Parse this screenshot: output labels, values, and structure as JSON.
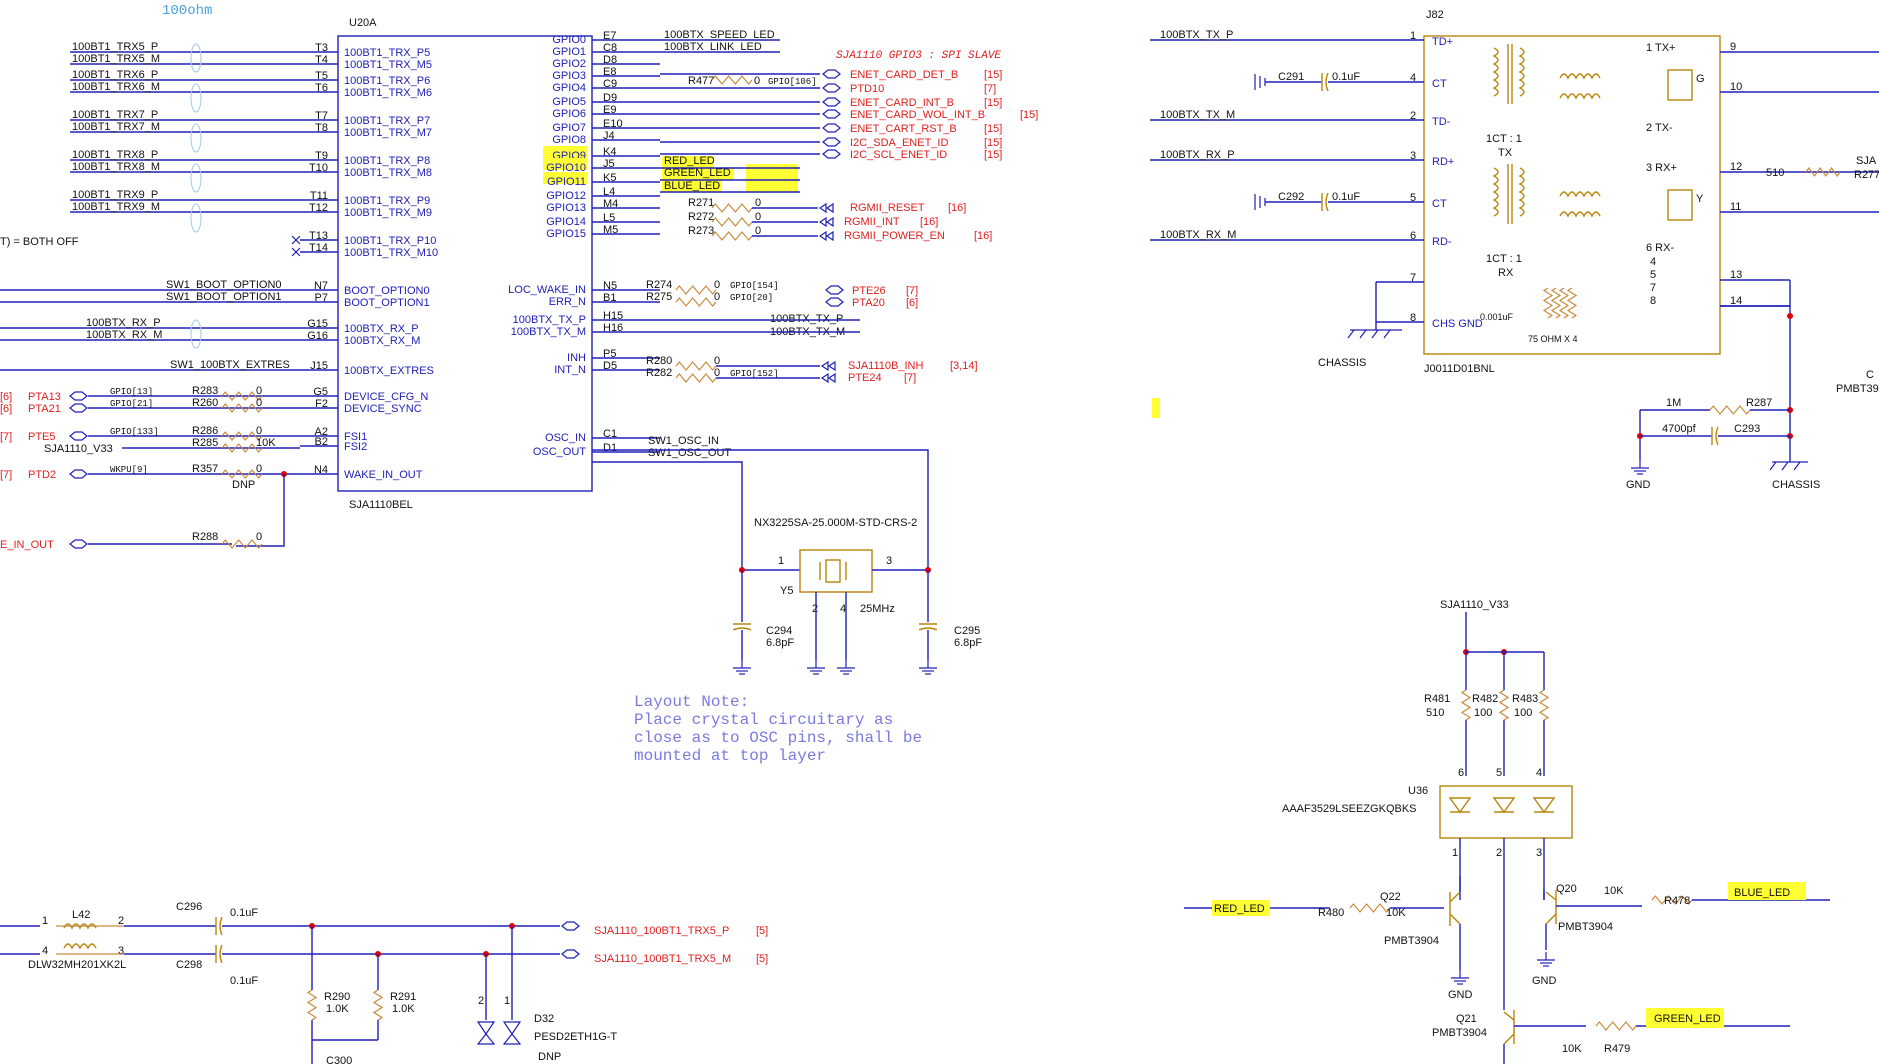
{
  "colors": {
    "net": "#2020b8",
    "label_red": "#e02020",
    "component": "#b8860b",
    "highlight": "#ffff33",
    "junction": "#e00000",
    "note": "#7a7ae0"
  },
  "header": {
    "impedance": "100ohm"
  },
  "u20a": {
    "ref": "U20A",
    "part": "SJA1110BEL",
    "left_pins": [
      {
        "num": "T3",
        "name": "100BT1_TRX_P5",
        "net": "100BT1_TRX5_P"
      },
      {
        "num": "T4",
        "name": "100BT1_TRX_M5",
        "net": "100BT1_TRX5_M"
      },
      {
        "num": "T5",
        "name": "100BT1_TRX_P6",
        "net": "100BT1_TRX6_P"
      },
      {
        "num": "T6",
        "name": "100BT1_TRX_M6",
        "net": "100BT1_TRX6_M"
      },
      {
        "num": "T7",
        "name": "100BT1_TRX_P7",
        "net": "100BT1_TRX7_P"
      },
      {
        "num": "T8",
        "name": "100BT1_TRX_M7",
        "net": "100BT1_TRX7_M"
      },
      {
        "num": "T9",
        "name": "100BT1_TRX_P8",
        "net": "100BT1_TRX8_P"
      },
      {
        "num": "T10",
        "name": "100BT1_TRX_M8",
        "net": "100BT1_TRX8_M"
      },
      {
        "num": "T11",
        "name": "100BT1_TRX_P9",
        "net": "100BT1_TRX9_P"
      },
      {
        "num": "T12",
        "name": "100BT1_TRX_M9",
        "net": "100BT1_TRX9_M"
      },
      {
        "num": "T13",
        "name": "100BT1_TRX_P10",
        "net": ""
      },
      {
        "num": "T14",
        "name": "100BT1_TRX_M10",
        "net": ""
      },
      {
        "num": "N7",
        "name": "BOOT_OPTION0",
        "net": "SW1_BOOT_OPTION0"
      },
      {
        "num": "P7",
        "name": "BOOT_OPTION1",
        "net": "SW1_BOOT_OPTION1"
      },
      {
        "num": "G15",
        "name": "100BTX_RX_P",
        "net": "100BTX_RX_P"
      },
      {
        "num": "G16",
        "name": "100BTX_RX_M",
        "net": "100BTX_RX_M"
      },
      {
        "num": "J15",
        "name": "100BTX_EXTRES",
        "net": "SW1_100BTX_EXTRES"
      },
      {
        "num": "G5",
        "name": "DEVICE_CFG_N",
        "net": ""
      },
      {
        "num": "F2",
        "name": "DEVICE_SYNC",
        "net": ""
      },
      {
        "num": "A2",
        "name": "FSI1",
        "net": ""
      },
      {
        "num": "B2",
        "name": "FSI2",
        "net": ""
      },
      {
        "num": "N4",
        "name": "WAKE_IN_OUT",
        "net": ""
      }
    ],
    "right_pins": [
      {
        "num": "E7",
        "name": "GPIO0",
        "net": "100BTX_SPEED_LED"
      },
      {
        "num": "C8",
        "name": "GPIO1",
        "net": "100BTX_LINK_LED"
      },
      {
        "num": "D8",
        "name": "GPIO2",
        "net": ""
      },
      {
        "num": "E8",
        "name": "GPIO3",
        "net": ""
      },
      {
        "num": "C9",
        "name": "GPIO4",
        "net": ""
      },
      {
        "num": "D9",
        "name": "GPIO5",
        "net": ""
      },
      {
        "num": "E9",
        "name": "GPIO6",
        "net": ""
      },
      {
        "num": "E10",
        "name": "GPIO7",
        "net": ""
      },
      {
        "num": "J4",
        "name": "GPIO8",
        "net": ""
      },
      {
        "num": "K4",
        "name": "GPIO9",
        "net": "RED_LED"
      },
      {
        "num": "J5",
        "name": "GPIO10",
        "net": "GREEN_LED"
      },
      {
        "num": "K5",
        "name": "GPIO11",
        "net": "BLUE_LED"
      },
      {
        "num": "L4",
        "name": "GPIO12",
        "net": ""
      },
      {
        "num": "M4",
        "name": "GPIO13",
        "net": ""
      },
      {
        "num": "L5",
        "name": "GPIO14",
        "net": ""
      },
      {
        "num": "M5",
        "name": "GPIO15",
        "net": ""
      },
      {
        "num": "N5",
        "name": "LOC_WAKE_IN",
        "net": ""
      },
      {
        "num": "B1",
        "name": "ERR_N",
        "net": ""
      },
      {
        "num": "H15",
        "name": "100BTX_TX_P",
        "net": "100BTX_TX_P"
      },
      {
        "num": "H16",
        "name": "100BTX_TX_M",
        "net": "100BTX_TX_M"
      },
      {
        "num": "P5",
        "name": "INH",
        "net": ""
      },
      {
        "num": "D5",
        "name": "INT_N",
        "net": ""
      },
      {
        "num": "C1",
        "name": "OSC_IN",
        "net": "SW1_OSC_IN"
      },
      {
        "num": "D1",
        "name": "OSC_OUT",
        "net": "SW1_OSC_OUT"
      }
    ]
  },
  "spi_note": "SJA1110 GPIO3 : SPI SLAVE",
  "gpio_outputs": [
    {
      "label": "ENET_CARD_DET_B",
      "ref": "[15]"
    },
    {
      "label": "PTD10",
      "ref": "[7]"
    },
    {
      "label": "ENET_CARD_INT_B",
      "ref": "[15]"
    },
    {
      "label": "ENET_CARD_WOL_INT_B",
      "ref": "[15]"
    },
    {
      "label": "ENET_CART_RST_B",
      "ref": "[15]"
    },
    {
      "label": "I2C_SDA_ENET_ID",
      "ref": "[15]"
    },
    {
      "label": "I2C_SCL_ENET_ID",
      "ref": "[15]"
    }
  ],
  "r477": {
    "ref": "R477",
    "value": "0",
    "tag": "GPIO[106]"
  },
  "rgmii": [
    {
      "res": "R271",
      "value": "0",
      "label": "RGMII_RESET",
      "ref": "[16]"
    },
    {
      "res": "R272",
      "value": "0",
      "label": "RGMII_INT",
      "ref": "[16]"
    },
    {
      "res": "R273",
      "value": "0",
      "label": "RGMII_POWER_EN",
      "ref": "[16]"
    }
  ],
  "wake": [
    {
      "res": "R274",
      "value": "0",
      "tag": "GPIO[154]",
      "label": "PTE26",
      "ref": "[7]"
    },
    {
      "res": "R275",
      "value": "0",
      "tag": "GPIO[20]",
      "label": "PTA20",
      "ref": "[6]"
    }
  ],
  "inh": [
    {
      "res": "R280",
      "value": "0",
      "tag": "",
      "label": "SJA1110B_INH",
      "ref": "[3,14]"
    },
    {
      "res": "R282",
      "value": "0",
      "tag": "GPIO[152]",
      "label": "PTE24",
      "ref": "[7]"
    }
  ],
  "left_io": [
    {
      "ref": "[6]",
      "label": "PTA13",
      "tag": "GPIO[13]",
      "res": "R283",
      "value": "0"
    },
    {
      "ref": "[6]",
      "label": "PTA21",
      "tag": "GPIO[21]",
      "res": "R260",
      "value": "0"
    },
    {
      "ref": "[7]",
      "label": "PTE5",
      "tag": "GPIO[133]",
      "res": "R286",
      "value": "0"
    },
    {
      "ref": "",
      "label": "SJA1110_V33",
      "tag": "",
      "res": "R285",
      "value": "10K"
    },
    {
      "ref": "[7]",
      "label": "PTD2",
      "tag": "WKPU[9]",
      "res": "R357",
      "value": "0"
    }
  ],
  "dnp": "DNP",
  "wake_io": {
    "label": "E_IN_OUT",
    "res": "R288",
    "value": "0"
  },
  "both_off": "T) = BOTH OFF",
  "crystal": {
    "part": "NX3225SA-25.000M-STD-CRS-2",
    "ref": "Y5",
    "freq": "25MHz",
    "pin1": "1",
    "pin2": "2",
    "pin3": "3",
    "pin4": "4",
    "c_left": {
      "ref": "C294",
      "value": "6.8pF"
    },
    "c_right": {
      "ref": "C295",
      "value": "6.8pF"
    }
  },
  "layout_note": [
    "Layout Note:",
    "Place crystal circuitary as",
    "close as to OSC pins, shall be",
    "mounted  at top layer"
  ],
  "j82": {
    "ref": "J82",
    "part": "J0011D01BNL",
    "nets": [
      "100BTX_TX_P",
      "100BTX_TX_M",
      "100BTX_RX_P",
      "100BTX_RX_M"
    ],
    "left_pins": [
      {
        "num": "1",
        "name": "TD+"
      },
      {
        "num": "4",
        "name": "CT"
      },
      {
        "num": "2",
        "name": "TD-"
      },
      {
        "num": "3",
        "name": "RD+"
      },
      {
        "num": "5",
        "name": "CT"
      },
      {
        "num": "6",
        "name": "RD-"
      },
      {
        "num": "7",
        "name": ""
      },
      {
        "num": "8",
        "name": "CHS GND"
      }
    ],
    "right_pins": [
      "9",
      "10",
      "12",
      "11",
      "13",
      "14"
    ],
    "inner": [
      "1 TX+",
      "2 TX-",
      "3 RX+",
      "6 RX-",
      "4",
      "5",
      "7",
      "8",
      "G",
      "Y",
      "1CT : 1",
      "TX",
      "1CT : 1",
      "RX",
      "0.001uF",
      "75 OHM X 4"
    ],
    "c291": {
      "ref": "C291",
      "value": "0.1uF"
    },
    "c292": {
      "ref": "C292",
      "value": "0.1uF"
    },
    "r510": "510",
    "r277": "R277",
    "sja_cut": "SJA",
    "chassis": "CHASSIS",
    "gnd": "GND",
    "r287": {
      "ref": "R287",
      "value": "1M"
    },
    "c293": {
      "ref": "C293",
      "value": "4700pf"
    },
    "cut_labels": [
      "C",
      "PMBT39"
    ]
  },
  "led": {
    "vcc": "SJA1110_V33",
    "resistors": [
      {
        "ref": "R481",
        "value": "510"
      },
      {
        "ref": "R482",
        "value": "100"
      },
      {
        "ref": "R483",
        "value": "100"
      }
    ],
    "ic": {
      "ref": "U36",
      "part": "AAAF3529LSEEZGKQBKS"
    },
    "pins_top": [
      "6",
      "5",
      "4"
    ],
    "pins_bot": [
      "1",
      "2",
      "3"
    ],
    "q22": {
      "ref": "Q22",
      "part": "PMBT3904",
      "res": "R480",
      "value": "10K",
      "net": "RED_LED"
    },
    "q20": {
      "ref": "Q20",
      "part": "PMBT3904",
      "res": "R478",
      "value": "10K",
      "net": "BLUE_LED"
    },
    "q21": {
      "ref": "Q21",
      "part": "PMBT3904",
      "res": "R479",
      "value": "10K",
      "net": "GREEN_LED"
    },
    "gnd": "GND"
  },
  "common_mode": {
    "choke": {
      "ref": "L42",
      "part": "DLW32MH201XK2L",
      "pins": [
        "1",
        "2",
        "4",
        "3"
      ]
    },
    "c296": {
      "ref": "C296",
      "value": "0.1uF"
    },
    "c298": {
      "ref": "C298",
      "value": "0.1uF"
    },
    "r290": {
      "ref": "R290",
      "value": "1.0K"
    },
    "r291": {
      "ref": "R291",
      "value": "1.0K"
    },
    "d32": {
      "ref": "D32",
      "part": "PESD2ETH1G-T",
      "dnp": "DNP",
      "pins": [
        "2",
        "1"
      ]
    },
    "c300": "C300",
    "nets": [
      {
        "label": "SJA1110_100BT1_TRX5_P",
        "ref": "[5]"
      },
      {
        "label": "SJA1110_100BT1_TRX5_M",
        "ref": "[5]"
      }
    ]
  }
}
